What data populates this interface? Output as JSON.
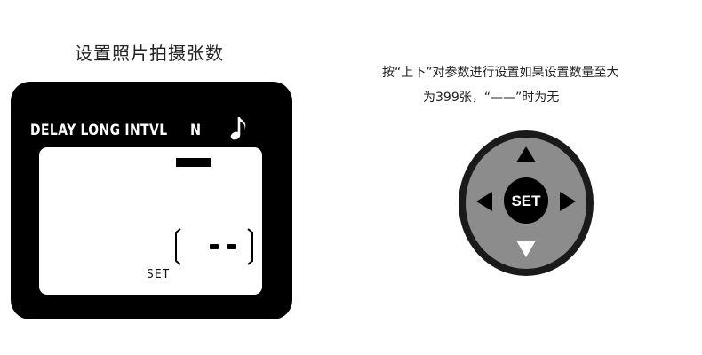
{
  "title": "设置照片拍摄张数",
  "lcd": {
    "mode_labels": [
      "DELAY",
      "LONG",
      "INTVL"
    ],
    "n_label": "N",
    "sound_icon": "music-note-icon",
    "set_label": "SET"
  },
  "instructions": {
    "line1": "按“上下”对参数进行设置如果设置数量至大",
    "line2": "为399张，“——”时为无"
  },
  "dpad": {
    "center_label": "SET",
    "icons": [
      "arrow-up-icon",
      "arrow-down-icon",
      "arrow-left-icon",
      "arrow-right-icon"
    ]
  },
  "colors": {
    "frame": "#000000",
    "screen": "#ffffff",
    "dpad_ring": "#1a1a1a",
    "dpad_face": "#8c8c8c",
    "dpad_center": "#000000",
    "arrow_down_highlight": "#ffffff"
  }
}
